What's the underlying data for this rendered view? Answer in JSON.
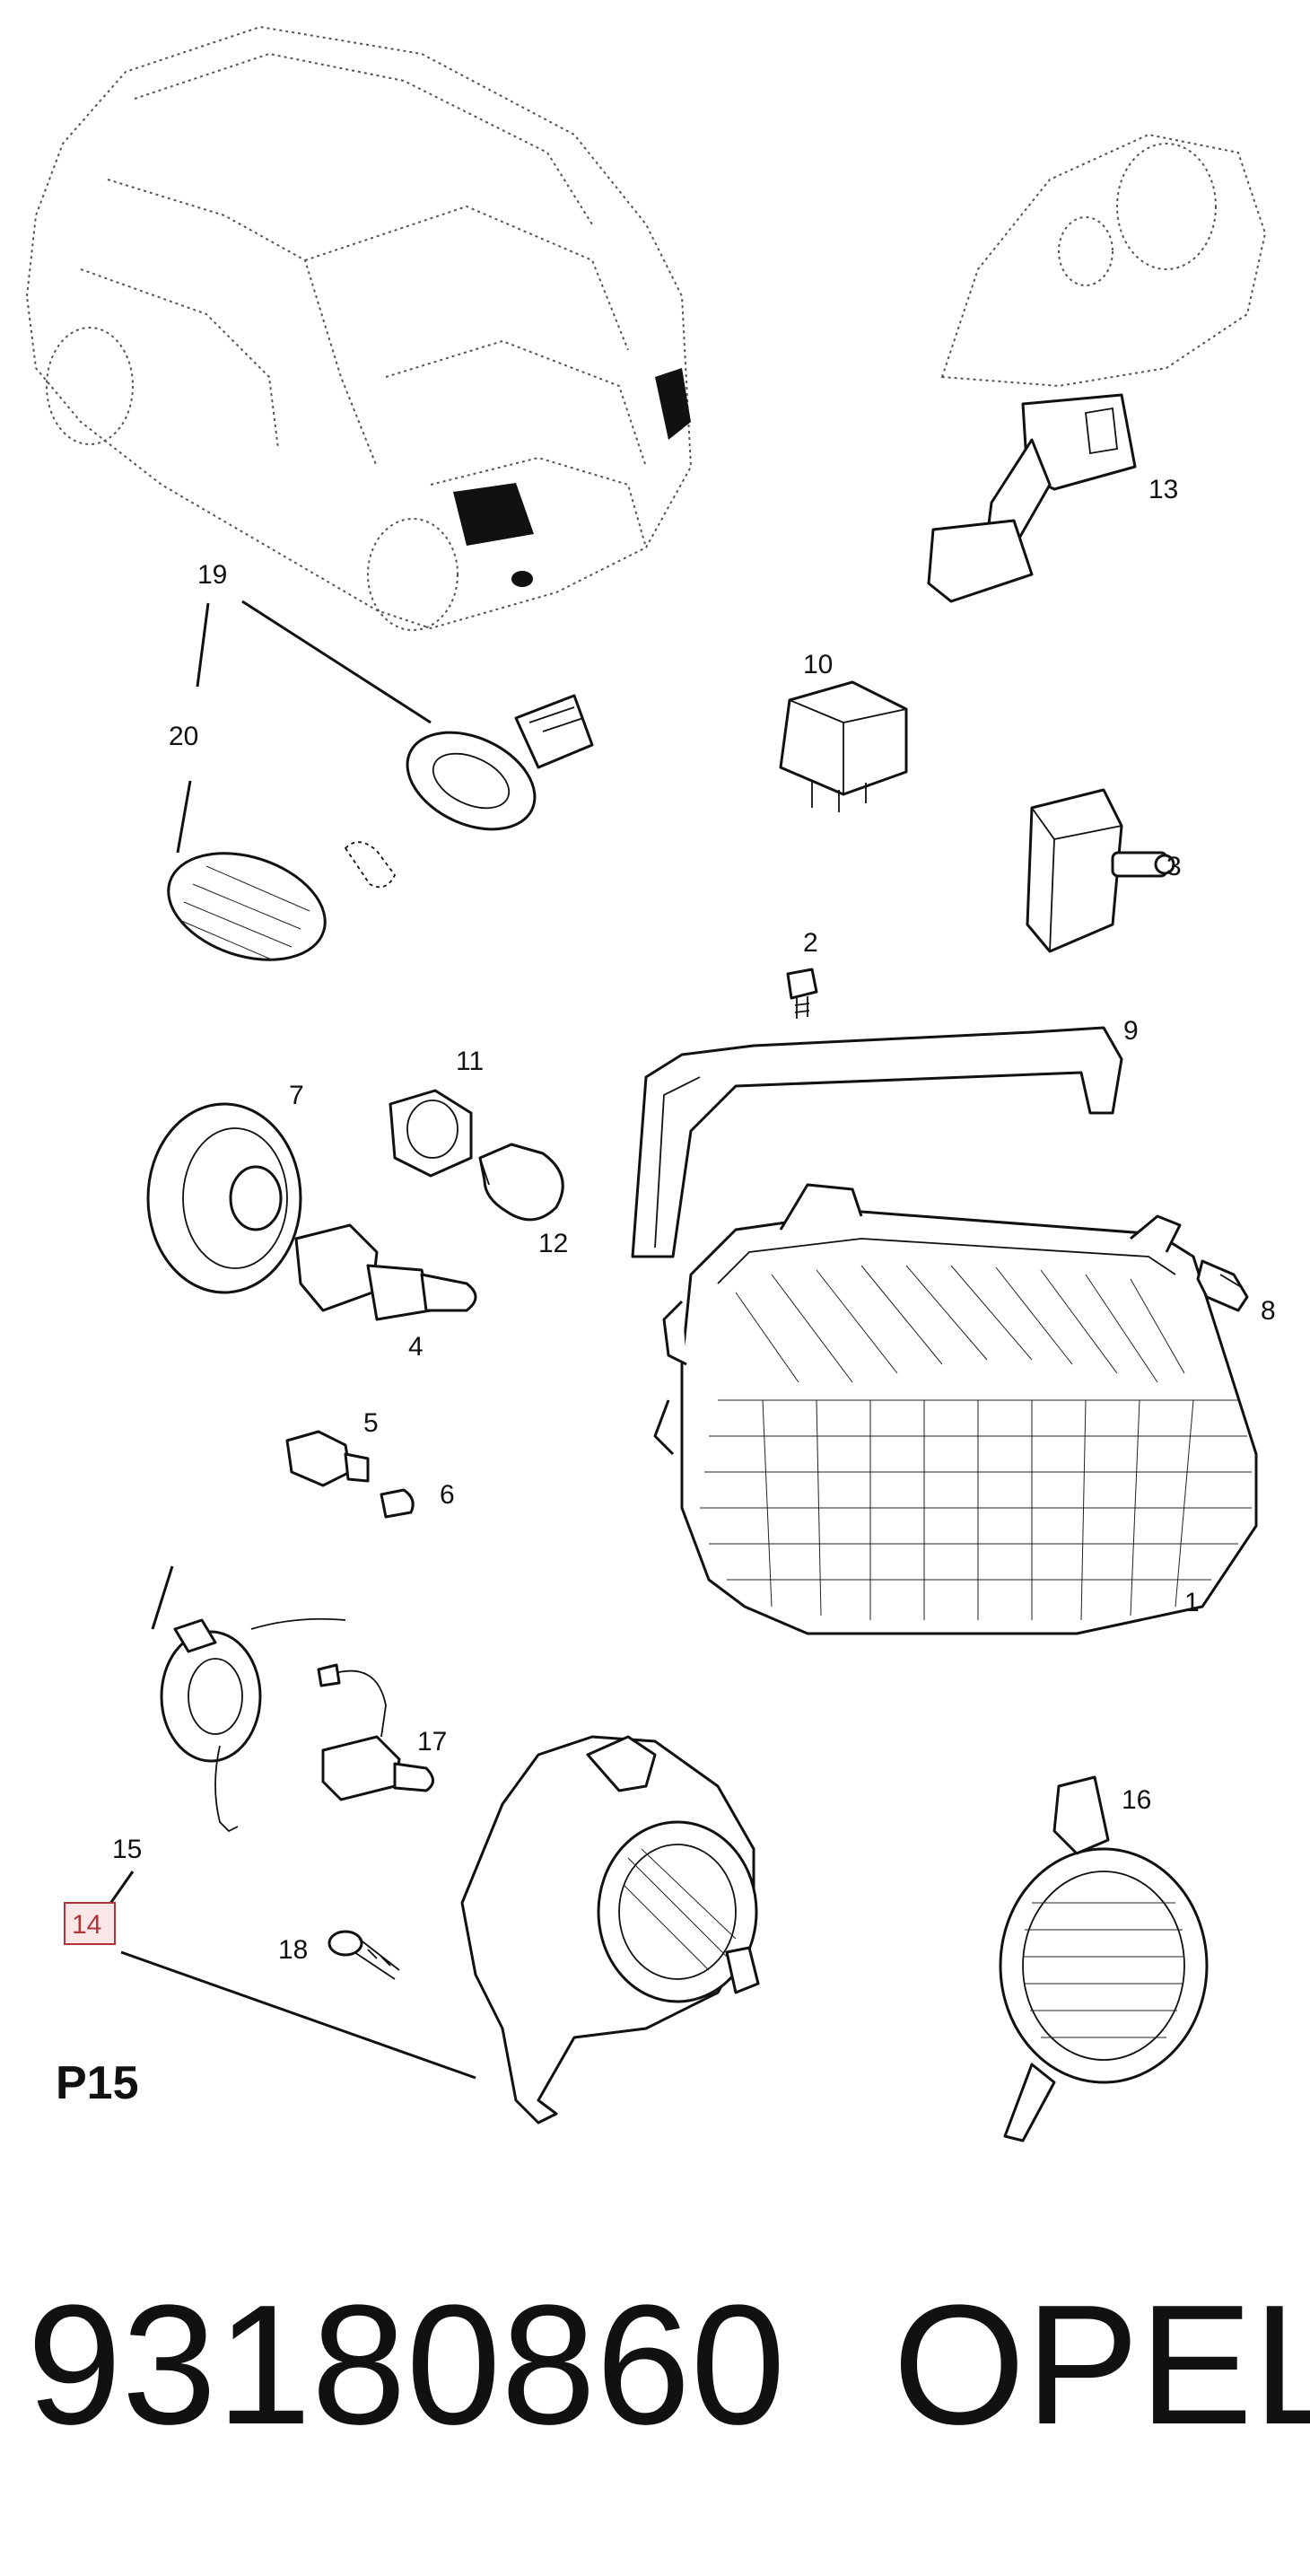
{
  "callouts": [
    {
      "id": "1",
      "text": "1"
    },
    {
      "id": "2",
      "text": "2"
    },
    {
      "id": "3",
      "text": "3"
    },
    {
      "id": "4",
      "text": "4"
    },
    {
      "id": "5",
      "text": "5"
    },
    {
      "id": "6",
      "text": "6"
    },
    {
      "id": "7",
      "text": "7"
    },
    {
      "id": "8",
      "text": "8"
    },
    {
      "id": "9",
      "text": "9"
    },
    {
      "id": "10",
      "text": "10"
    },
    {
      "id": "11",
      "text": "11"
    },
    {
      "id": "12",
      "text": "12"
    },
    {
      "id": "13",
      "text": "13"
    },
    {
      "id": "14",
      "text": "14"
    },
    {
      "id": "15",
      "text": "15"
    },
    {
      "id": "16",
      "text": "16"
    },
    {
      "id": "17",
      "text": "17"
    },
    {
      "id": "18",
      "text": "18"
    },
    {
      "id": "19",
      "text": "19"
    },
    {
      "id": "20",
      "text": "20"
    }
  ],
  "highlighted_callout": "14",
  "page_tag": "P15",
  "part_number": "93180860",
  "brand": "OPEL",
  "colors": {
    "highlight": "#b0343c",
    "highlight_fill": "#fbe6e8",
    "ink": "#111111"
  }
}
